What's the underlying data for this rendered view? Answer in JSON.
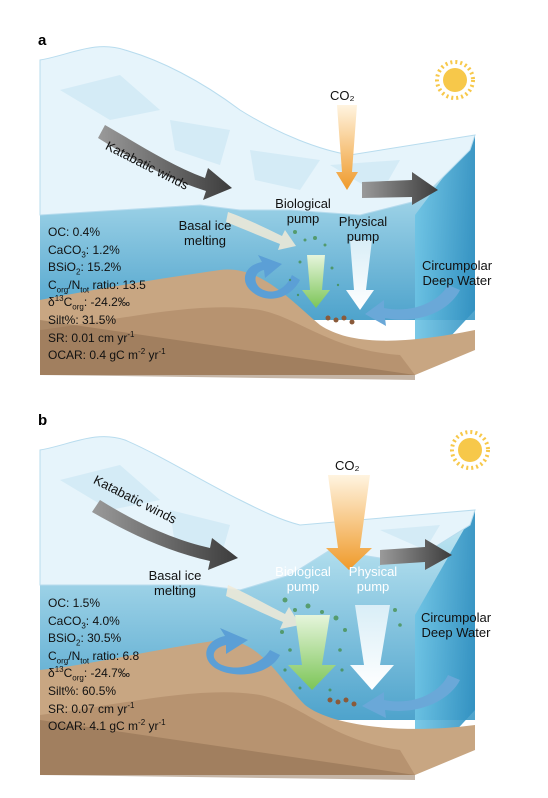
{
  "panels": [
    {
      "label": "a",
      "co2": "CO₂",
      "katabatic": "Katabatic winds",
      "basal": [
        "Basal ice",
        "melting"
      ],
      "bio": [
        "Biological",
        "pump"
      ],
      "phys": [
        "Physical",
        "pump"
      ],
      "cdw": [
        "Circumpolar",
        "Deep Water"
      ],
      "stats": {
        "oc": "OC: 0.4%",
        "caco3_value": ": 1.2%",
        "bsio2_value": ": 15.2%",
        "cn_value": " ratio: 13.5",
        "d13c_value": ": -24.2‰",
        "silt": "Silt%: 31.5%",
        "sr": "SR: 0.01 cm yr",
        "ocar": "OCAR: 0.4 gC m",
        "ocar_unit": " yr"
      }
    },
    {
      "label": "b",
      "co2": "CO₂",
      "katabatic": "Katabatic winds",
      "basal": [
        "Basal ice",
        "melting"
      ],
      "bio": [
        "Biological",
        "pump"
      ],
      "phys": [
        "Physical",
        "pump"
      ],
      "cdw": [
        "Circumpolar",
        "Deep Water"
      ],
      "stats": {
        "oc": "OC: 1.5%",
        "caco3_value": ": 4.0%",
        "bsio2_value": ": 30.5%",
        "cn_value": " ratio: 6.8",
        "d13c_value": ": -24.7‰",
        "silt": "Silt%: 60.5%",
        "sr": "SR: 0.07 cm yr",
        "ocar": "OCAR: 4.1 gC m",
        "ocar_unit": " yr"
      }
    }
  ],
  "common": {
    "caco3_prefix": "CaCO",
    "caco3_sub": "3",
    "bsio2_prefix": "BSiO",
    "bsio2_sub": "2",
    "c": "C",
    "org": "org",
    "n": "N",
    "tot": "tot",
    "slash": "/",
    "delta": "δ",
    "thirteen": "13",
    "minus1": "-1",
    "minus2": "-2"
  },
  "colors": {
    "sea_surface": "#b7e2f0",
    "sea_deep": "#5faed0",
    "sediment": "#c9a886",
    "ice": "#e4f3fa",
    "co2_arrow": "#f0a23a",
    "sun": "#f7c84a",
    "bio_arrow": "#8ccc6a",
    "cdw_arrow": "#6aa8d8"
  }
}
